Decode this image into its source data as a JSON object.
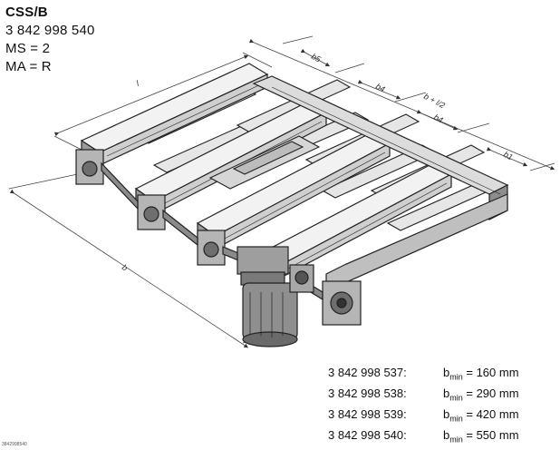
{
  "header": {
    "title": "CSS/B",
    "part_no": "3 842 998 540",
    "ms": "MS = 2",
    "ma": "MA = R"
  },
  "dimension_labels": {
    "b5_top": "b5",
    "b4_mid": "b4",
    "b_plus_l": "b + l/2",
    "b4_lower": "b4",
    "b1": "b1",
    "l": "l",
    "b": "b",
    "b_left": "b"
  },
  "table": [
    {
      "part": "3 842 998 537:",
      "symbol": "b",
      "sub": "min",
      "value": "= 160 mm"
    },
    {
      "part": "3 842 998 538:",
      "symbol": "b",
      "sub": "min",
      "value": "= 290 mm"
    },
    {
      "part": "3 842 998 539:",
      "symbol": "b",
      "sub": "min",
      "value": "= 420 mm"
    },
    {
      "part": "3 842 998 540:",
      "symbol": "b",
      "sub": "min",
      "value": "= 550 mm"
    }
  ],
  "footer_code": "3842998540"
}
